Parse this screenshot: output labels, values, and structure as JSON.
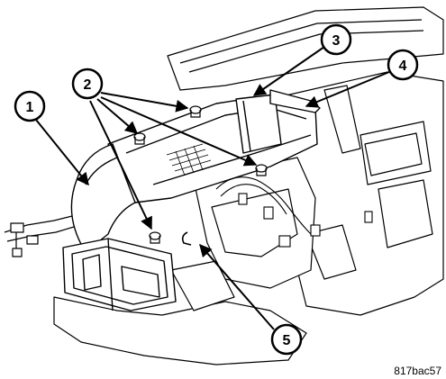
{
  "callouts": [
    {
      "label": "1"
    },
    {
      "label": "2"
    },
    {
      "label": "3"
    },
    {
      "label": "4"
    },
    {
      "label": "5"
    }
  ],
  "figure_id": "817bac57",
  "colors": {
    "line": "#000000",
    "background": "#ffffff",
    "fill_light": "#ffffff"
  }
}
